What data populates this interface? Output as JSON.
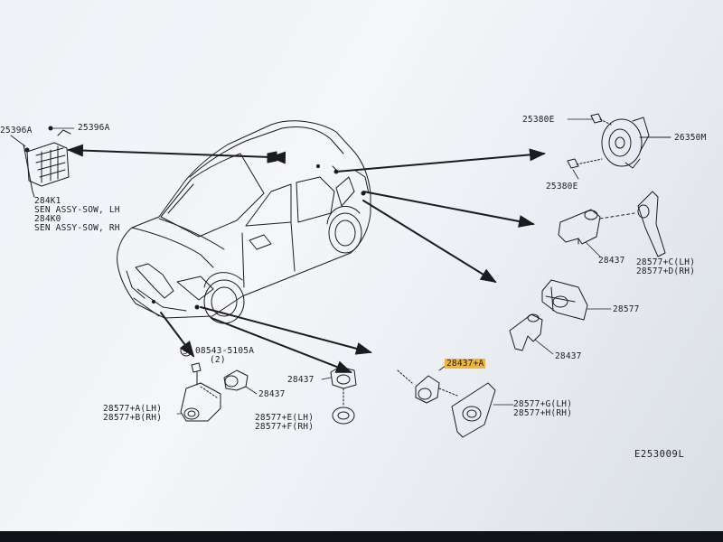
{
  "diagram_code": "E253009L",
  "labels": {
    "p25396A_left": "25396A",
    "p25396A_right": "25396A",
    "p284K1": "284K1",
    "sen_lh": "SEN ASSY-SOW, LH",
    "p284K0": "284K0",
    "sen_rh": "SEN ASSY-SOW, RH",
    "p25380E_top": "25380E",
    "p26350M": "26350M",
    "p25380E_bottom": "25380E",
    "p28437_right_upper": "28437",
    "p28577_CD_1": "28577+C(LH)",
    "p28577_CD_2": "28577+D(RH)",
    "p28577_right": "28577",
    "p28437_right_lower": "28437",
    "p28437_A": "28437+A",
    "p28577_GH_1": "28577+G(LH)",
    "p28577_GH_2": "28577+H(RH)",
    "p08543": "08543-5105A",
    "p08543_qty": "(2)",
    "p28437_left": "28437",
    "p28577_AB_1": "28577+A(LH)",
    "p28577_AB_2": "28577+B(RH)",
    "p28437_center": "28437",
    "p28577_EF_1": "28577+E(LH)",
    "p28577_EF_2": "28577+F(RH)"
  },
  "colors": {
    "highlight": "#f2b530",
    "line": "#1c1c20"
  }
}
